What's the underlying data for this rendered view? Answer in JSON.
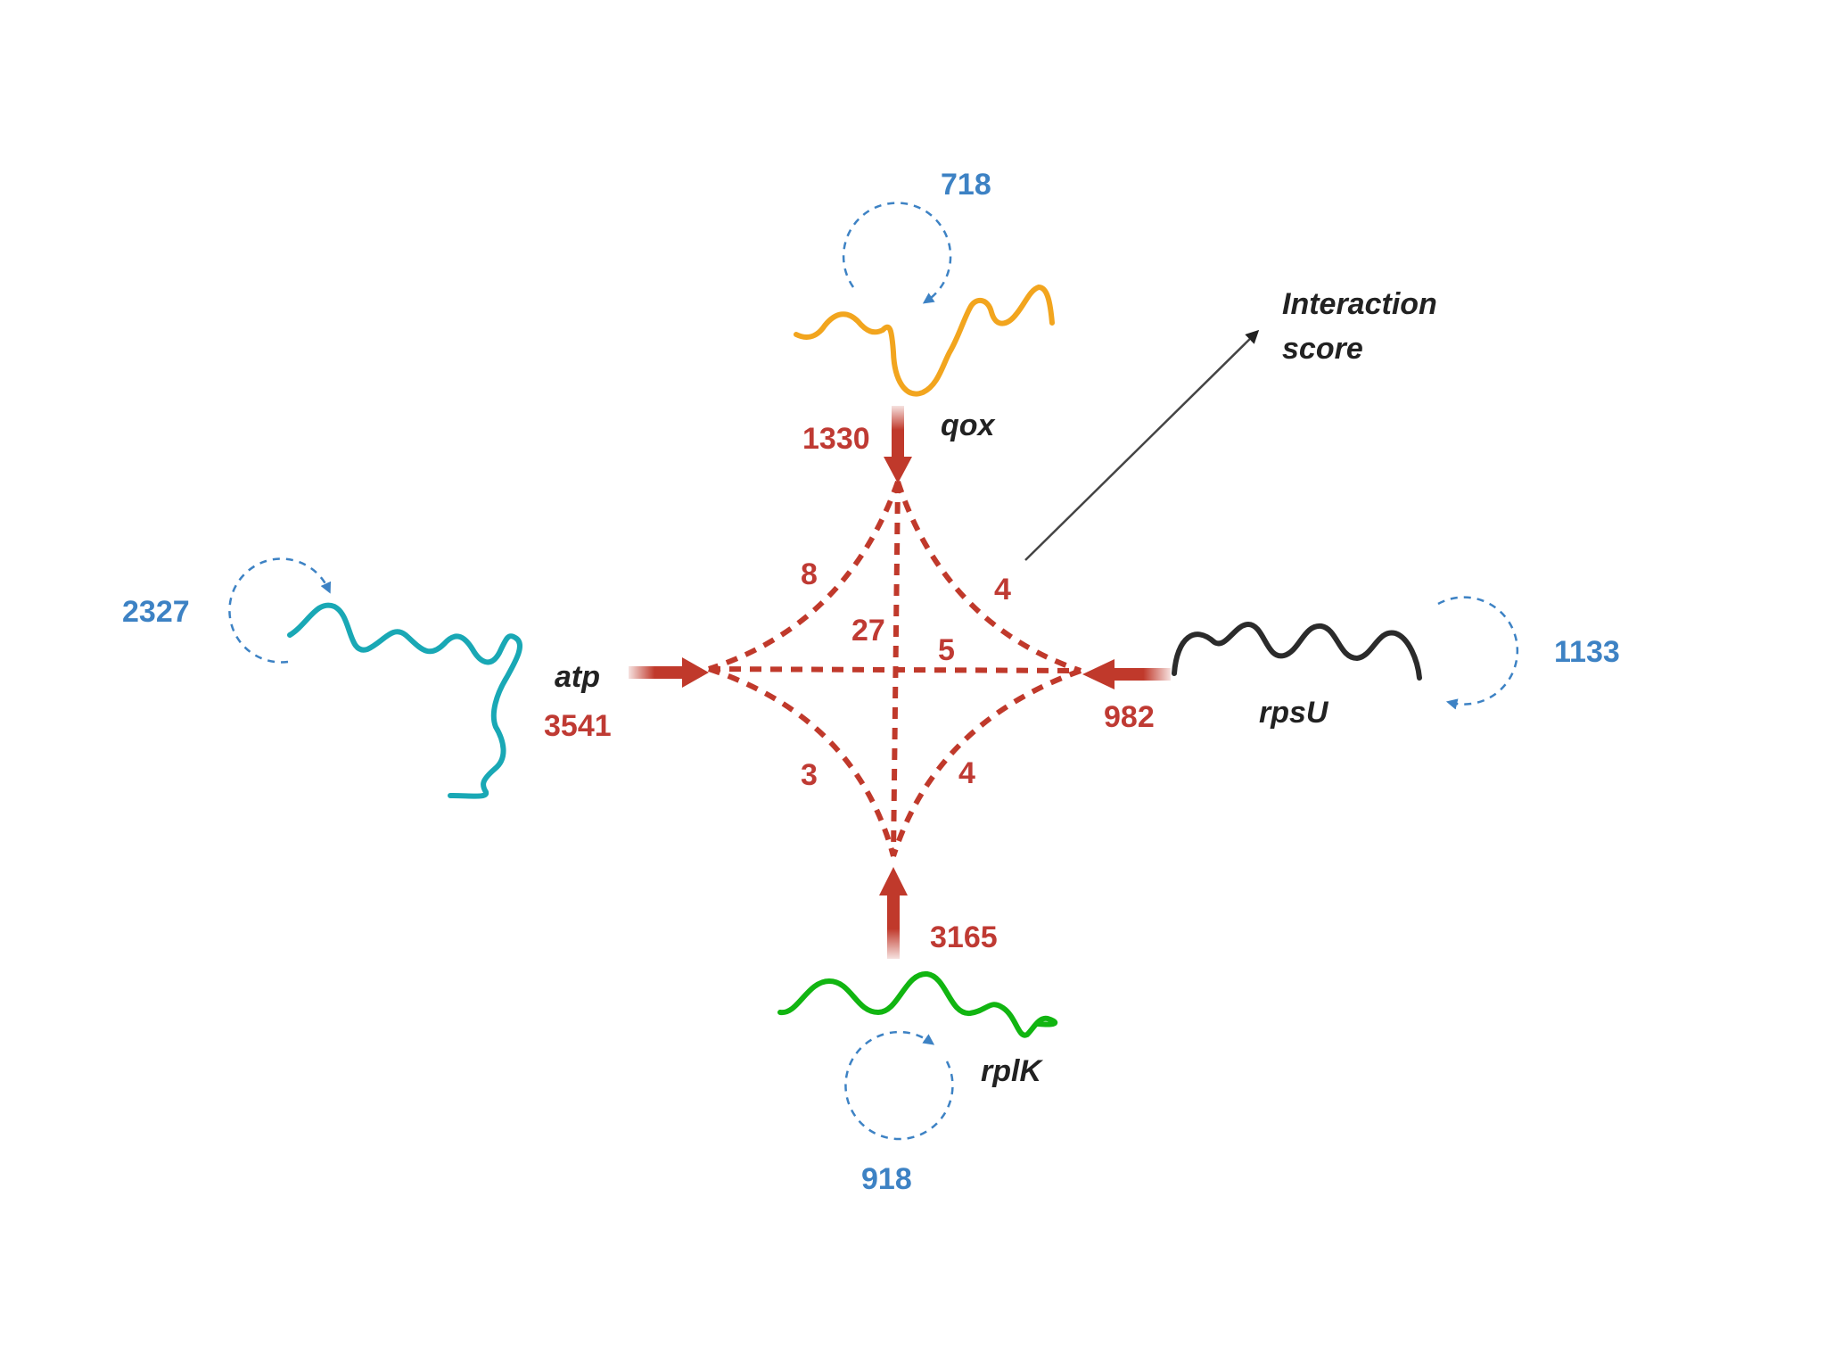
{
  "legend": {
    "line1": "Interaction",
    "line2": "score"
  },
  "colors": {
    "interaction": "#c0392b",
    "self_loop": "#3d82c4",
    "atp": "#19a8b5",
    "qox": "#f2a51e",
    "rpsU": "#2b2b2b",
    "rplK": "#11b511"
  },
  "nodes": {
    "qox": {
      "label": "qox",
      "self_score": "718",
      "total_score": "1330"
    },
    "atp": {
      "label": "atp",
      "self_score": "2327",
      "total_score": "3541"
    },
    "rpsU": {
      "label": "rpsU",
      "self_score": "1133",
      "total_score": "982"
    },
    "rplK": {
      "label": "rplK",
      "self_score": "918",
      "total_score": "3165"
    }
  },
  "edges": {
    "qox_atp": "8",
    "qox_rpsU": "4",
    "qox_rplK": "27",
    "atp_rpsU": "5",
    "atp_rplK": "3",
    "rpsU_rplK": "4"
  }
}
